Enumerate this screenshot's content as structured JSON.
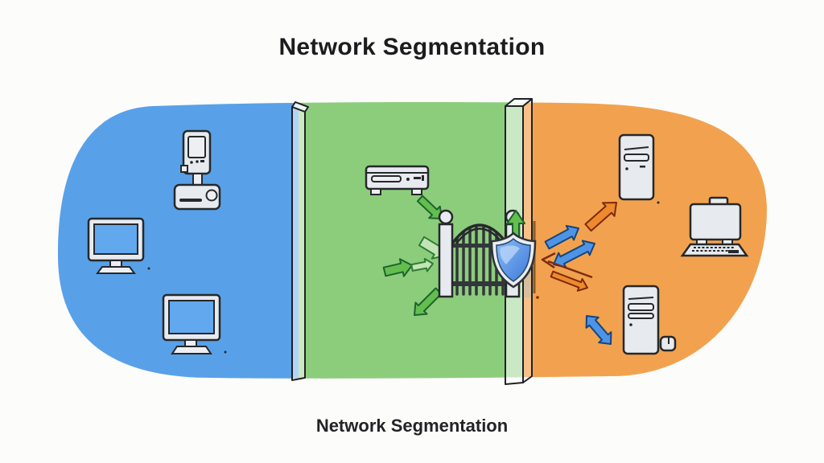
{
  "title": "Network Segmentation",
  "caption": "Network Segmentation",
  "colors": {
    "background": "#FCFCFB",
    "zone_blue": "#58A1E8",
    "zone_green": "#8CCD7C",
    "zone_orange": "#F2A24E",
    "monitor_screen_blue": "#61A8EF",
    "device_fill": "#E7EAEE",
    "device_outline": "#26282B",
    "shield_border": "#E9EDF2",
    "shield_blue_light": "#8ABAF5",
    "shield_blue_dark": "#3D7BD9",
    "arrow_green": "#63BE4F",
    "arrow_green_pale": "#CBE7C2",
    "arrow_blue": "#4E94E6",
    "arrow_orange": "#EE8A2E"
  },
  "zones": {
    "left": {
      "color_key": "zone_blue",
      "icons": [
        "handheld-terminal-with-dock-icon",
        "desktop-monitor-icon",
        "desktop-monitor-icon"
      ]
    },
    "middle": {
      "color_key": "zone_green",
      "icons": [
        "router-icon",
        "inbound-green-arrow-icons",
        "iron-gate-icon",
        "security-shield-icon"
      ]
    },
    "right": {
      "color_key": "zone_orange",
      "icons": [
        "server-tower-icon",
        "server-tower-icon",
        "workstation-with-keyboard-icon",
        "mouse-icon",
        "blue-and-orange-traffic-arrow-icons"
      ]
    }
  },
  "dividers": [
    "glass-panel-divider-left",
    "glass-panel-divider-right"
  ]
}
